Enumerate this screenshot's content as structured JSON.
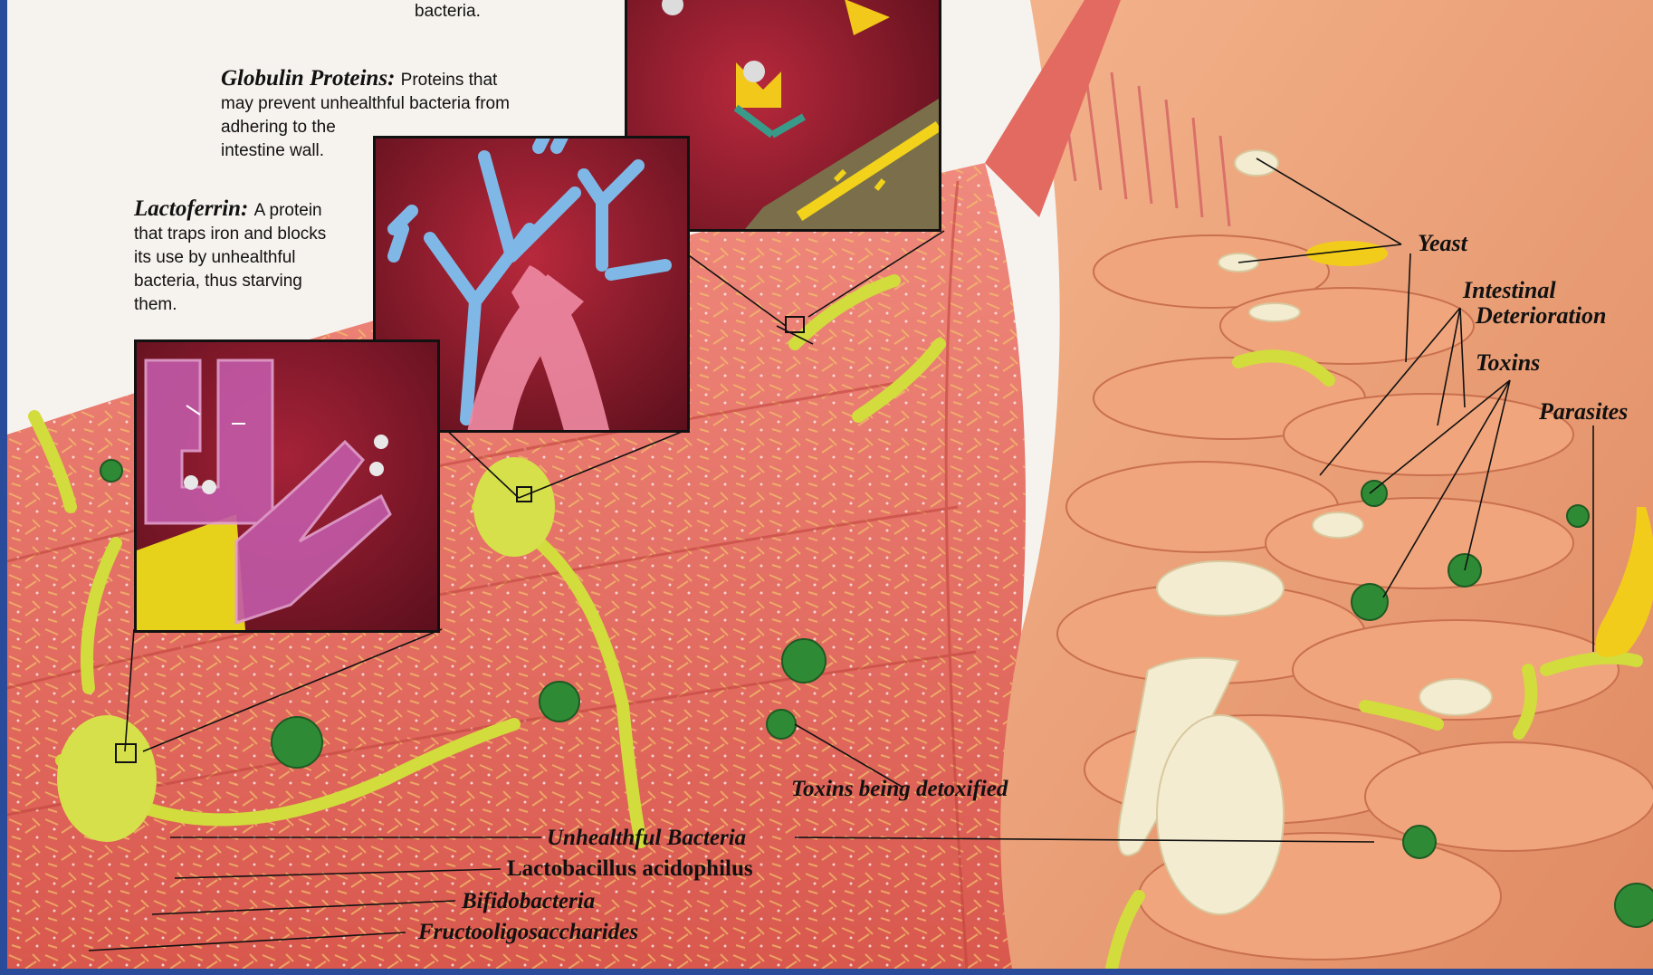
{
  "callouts": {
    "bacteria_tail": "bacteria.",
    "globulin": {
      "title": "Globulin Proteins:",
      "text_lines": [
        "Proteins that",
        "may prevent unhealthful bacteria from",
        "adhering to the",
        "intestine wall."
      ]
    },
    "lactoferrin": {
      "title": "Lactoferrin:",
      "text_lines": [
        "A protein",
        "that traps iron and blocks",
        "its use by unhealthful",
        "bacteria, thus starving",
        "them."
      ]
    }
  },
  "labels": {
    "yeast": "Yeast",
    "intestinal_deterioration": [
      "Intestinal",
      "Deterioration"
    ],
    "toxins": "Toxins",
    "parasites": "Parasites",
    "toxins_detoxified": "Toxins being detoxified",
    "unhealthful_bacteria": "Unhealthful Bacteria",
    "lactobacillus": "Lactobacillus acidophilus",
    "bifidobacteria": "Bifidobacteria",
    "fructooligosaccharides": "Fructooligosaccharides"
  },
  "colors": {
    "frame": "#2a4a9a",
    "healthy_tissue": "#e8756b",
    "damaged_tissue": "#eda57a",
    "inset_bg": "#8a1a2a",
    "bacteria": "#d6e04a",
    "toxin": "#3a9a3a",
    "yeast": "#f0e6c8",
    "parasite": "#f2cc1a"
  }
}
